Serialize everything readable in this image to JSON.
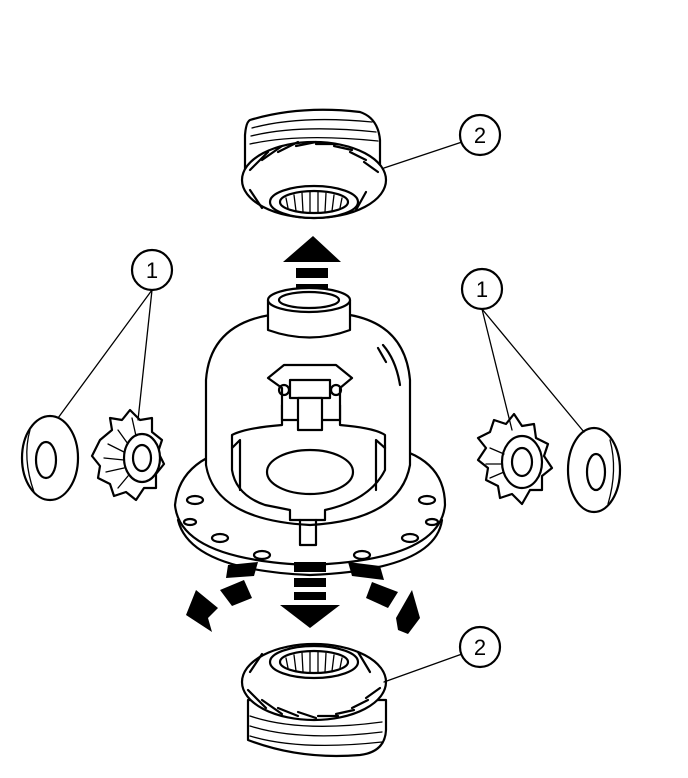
{
  "diagram": {
    "callouts": [
      {
        "id": "callout-1-left",
        "label": "1"
      },
      {
        "id": "callout-1-right",
        "label": "1"
      },
      {
        "id": "callout-2-top",
        "label": "2"
      },
      {
        "id": "callout-2-bottom",
        "label": "2"
      }
    ],
    "colors": {
      "ink": "#000000",
      "paper": "#ffffff"
    }
  }
}
